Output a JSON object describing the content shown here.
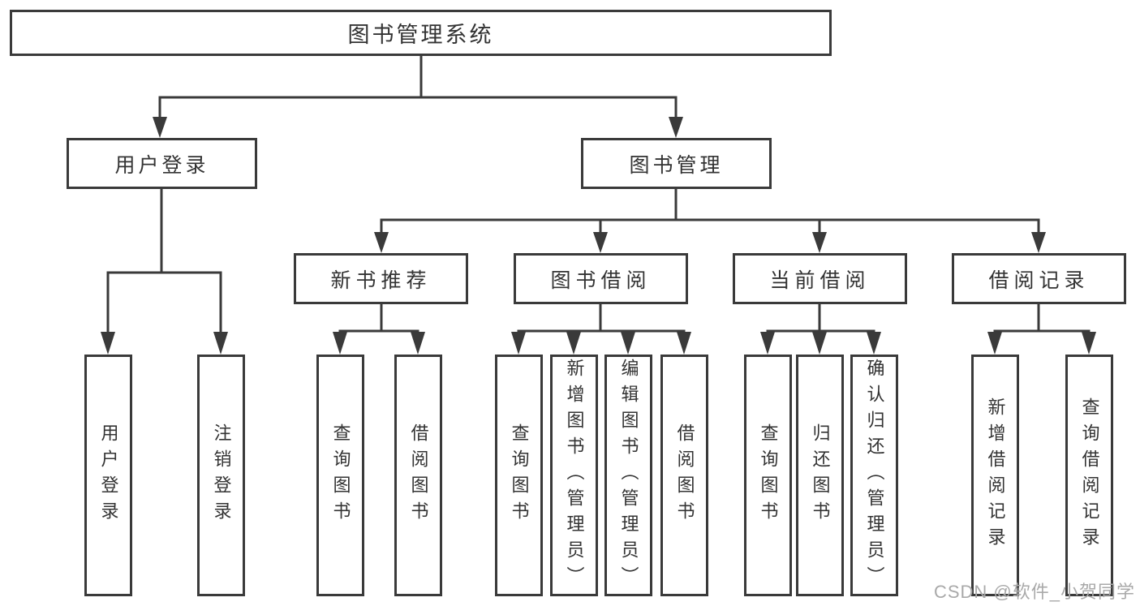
{
  "title": "图书管理系统",
  "watermark": {
    "text": "CSDN @软件_小贺同学"
  },
  "colors": {
    "line": "#3a3a3a",
    "text": "#333333",
    "background": "#ffffff",
    "watermark": "#a9a9a9"
  },
  "tree": {
    "root": {
      "label": "图书管理系统"
    },
    "branches": [
      {
        "label": "用户登录",
        "children": [
          {
            "label": "用户登录"
          },
          {
            "label": "注销登录"
          }
        ]
      },
      {
        "label": "图书管理",
        "groups": [
          {
            "label": "新书推荐",
            "children": [
              {
                "label": "查询图书"
              },
              {
                "label": "借阅图书"
              }
            ]
          },
          {
            "label": "图书借阅",
            "children": [
              {
                "label": "查询图书"
              },
              {
                "label": "新增图书（管理员）"
              },
              {
                "label": "编辑图书（管理员）"
              },
              {
                "label": "借阅图书"
              }
            ]
          },
          {
            "label": "当前借阅",
            "children": [
              {
                "label": "查询图书"
              },
              {
                "label": "归还图书"
              },
              {
                "label": "确认归还（管理员）"
              }
            ]
          },
          {
            "label": "借阅记录",
            "children": [
              {
                "label": "新增借阅记录"
              },
              {
                "label": "查询借阅记录"
              }
            ]
          }
        ]
      }
    ]
  }
}
